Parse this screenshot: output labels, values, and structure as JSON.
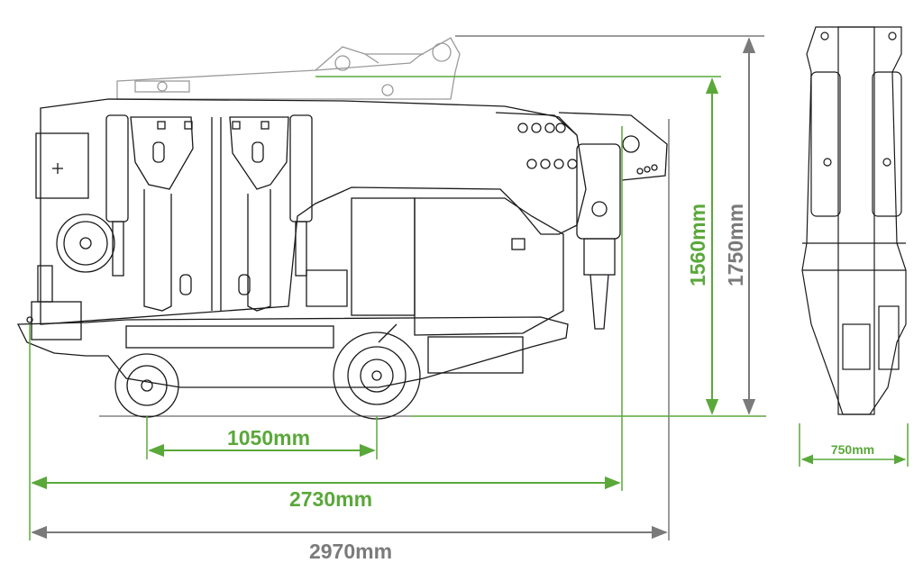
{
  "dimensions": {
    "wheelbase": {
      "label": "1050mm",
      "value_mm": 1050,
      "color": "#5aa83a"
    },
    "length_green": {
      "label": "2730mm",
      "value_mm": 2730,
      "color": "#5aa83a"
    },
    "length_total": {
      "label": "2970mm",
      "value_mm": 2970,
      "color": "#7a7a7a"
    },
    "height_green": {
      "label": "1560mm",
      "value_mm": 1560,
      "color": "#5aa83a"
    },
    "height_total": {
      "label": "1750mm",
      "value_mm": 1750,
      "color": "#7a7a7a"
    },
    "width": {
      "label": "750mm",
      "value_mm": 750,
      "color": "#5aa83a"
    }
  },
  "colors": {
    "accent": "#5aa83a",
    "grey": "#7a7a7a",
    "line": "#1a1a1a"
  }
}
